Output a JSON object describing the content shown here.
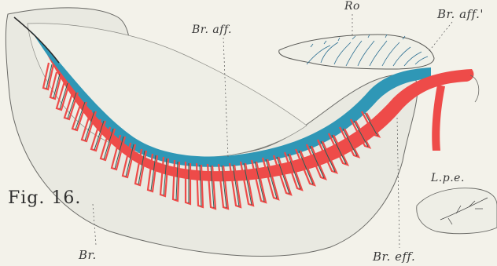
{
  "figure": {
    "caption": "Fig. 16.",
    "labels": {
      "afferent_top": "Br. aff.",
      "ro": "Ro",
      "afferent_right": "Br. aff.'",
      "lpe": "L.p.e.",
      "branchial": "Br.",
      "efferent": "Br. eff."
    }
  },
  "colors": {
    "paper": "#f3f2ea",
    "tissue": "#e8e8e0",
    "outline": "#6a6a66",
    "afferent_vessel": "#2f97b6",
    "efferent_vessel": "#ee4b49",
    "filament_dark": "#2a5f57",
    "capillary": "#2c6f92"
  }
}
